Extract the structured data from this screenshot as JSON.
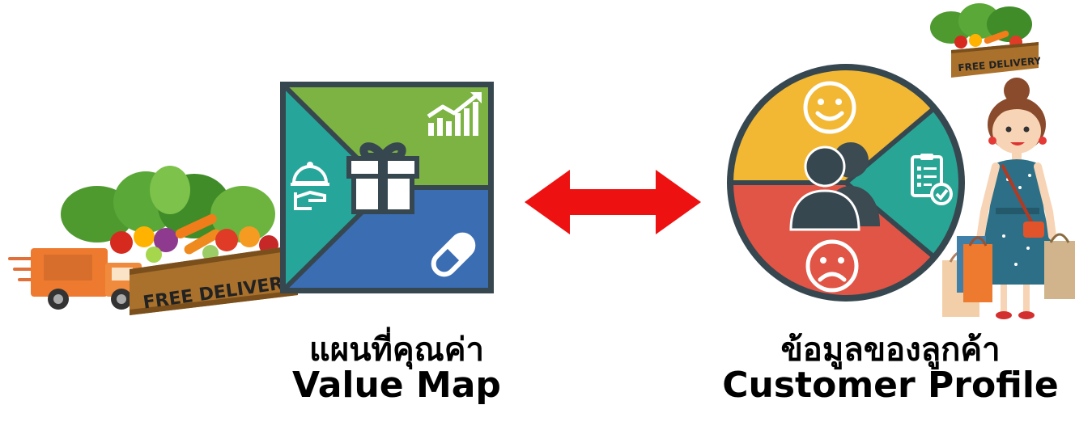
{
  "left_illustration": {
    "crate_text": "FREE DELIVERY!"
  },
  "value_map": {
    "caption_th": "แผนที่คุณค่า",
    "caption_en": "Value Map",
    "colors": {
      "green": "#7cb342",
      "teal": "#26a69a",
      "blue": "#3b6db3",
      "frame": "#37474f"
    },
    "icons": [
      "growth-chart-icon",
      "gift-icon",
      "service-cloche-icon",
      "pill-icon"
    ]
  },
  "arrow": {
    "color": "#ee1111"
  },
  "customer_profile": {
    "caption_th": "ข้อมูลของลูกค้า",
    "caption_en": "Customer Profile",
    "colors": {
      "yellow": "#f2b733",
      "teal": "#29a596",
      "red": "#e05546",
      "frame": "#37474f"
    },
    "icons": [
      "smile-icon",
      "users-icon",
      "checklist-icon",
      "frown-icon"
    ]
  },
  "right_illustration": {
    "crate_text": "FREE DELIVERY!"
  }
}
